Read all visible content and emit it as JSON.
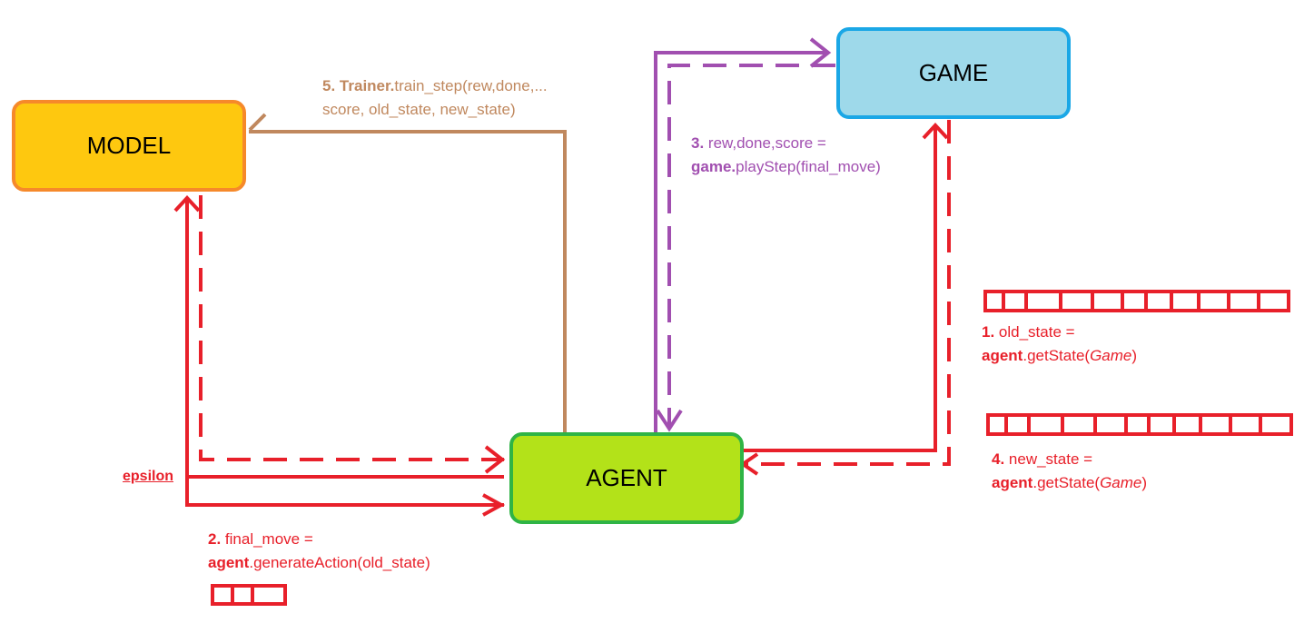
{
  "nodes": {
    "model": "MODEL",
    "game": "GAME",
    "agent": "AGENT"
  },
  "labels": {
    "step1": {
      "num": "1.",
      "line1": " old_state =",
      "obj": "agent",
      "method": ".getState(",
      "arg": "Game",
      "close": ")"
    },
    "step2": {
      "num": "2.",
      "line1": " final_move =",
      "obj": "agent",
      "method": ".generateAction(old_state)"
    },
    "step3": {
      "num": "3.",
      "line1": " rew,done,score =",
      "obj": "game.",
      "method": "playStep(final_move)"
    },
    "step4": {
      "num": "4.",
      "line1": " new_state =",
      "obj": "agent",
      "method": ".getState(",
      "arg": "Game",
      "close": ")"
    },
    "step5": {
      "num": "5.",
      "obj": "Trainer.",
      "method": "train_step(rew,done,...",
      "line2": "score, old_state, new_state)"
    },
    "epsilon": "epsilon"
  },
  "colors": {
    "red": "#e8202a",
    "brown": "#c0885e",
    "purple": "#a14fb0",
    "model_fill": "#fec80f",
    "model_border": "#f6892a",
    "game_fill": "#9ed9ea",
    "game_border": "#1aa7e6",
    "agent_fill": "#b3e219",
    "agent_border": "#2fb445"
  }
}
